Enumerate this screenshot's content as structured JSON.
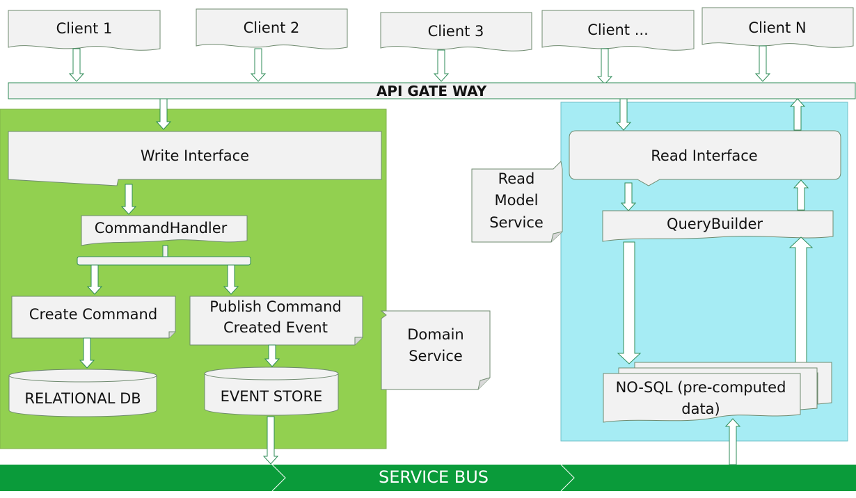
{
  "clients": [
    "Client 1",
    "Client 2",
    "Client 3",
    "Client ...",
    "Client N"
  ],
  "gateway_label": "API GATE WAY",
  "write_side": {
    "interface_label": "Write Interface",
    "handler_label": "CommandHandler",
    "create_command_label": "Create Command",
    "publish_event_lines": [
      "Publish Command",
      "Created Event"
    ],
    "relational_db_label": "RELATIONAL DB",
    "event_store_label": "EVENT STORE"
  },
  "domain_service_lines": [
    "Domain",
    "Service"
  ],
  "read_model_lines": [
    "Read",
    "Model",
    "Service"
  ],
  "read_side": {
    "interface_label": "Read Interface",
    "query_builder_label": "QueryBuilder",
    "nosql_lines": [
      "NO-SQL (pre-computed",
      "data)"
    ]
  },
  "service_bus_label": "SERVICE BUS",
  "colors": {
    "write_bg": "#92d050",
    "read_bg": "#a6ecf4",
    "bus_bg": "#0a9b3a",
    "shape_fill": "#f2f2f2"
  }
}
